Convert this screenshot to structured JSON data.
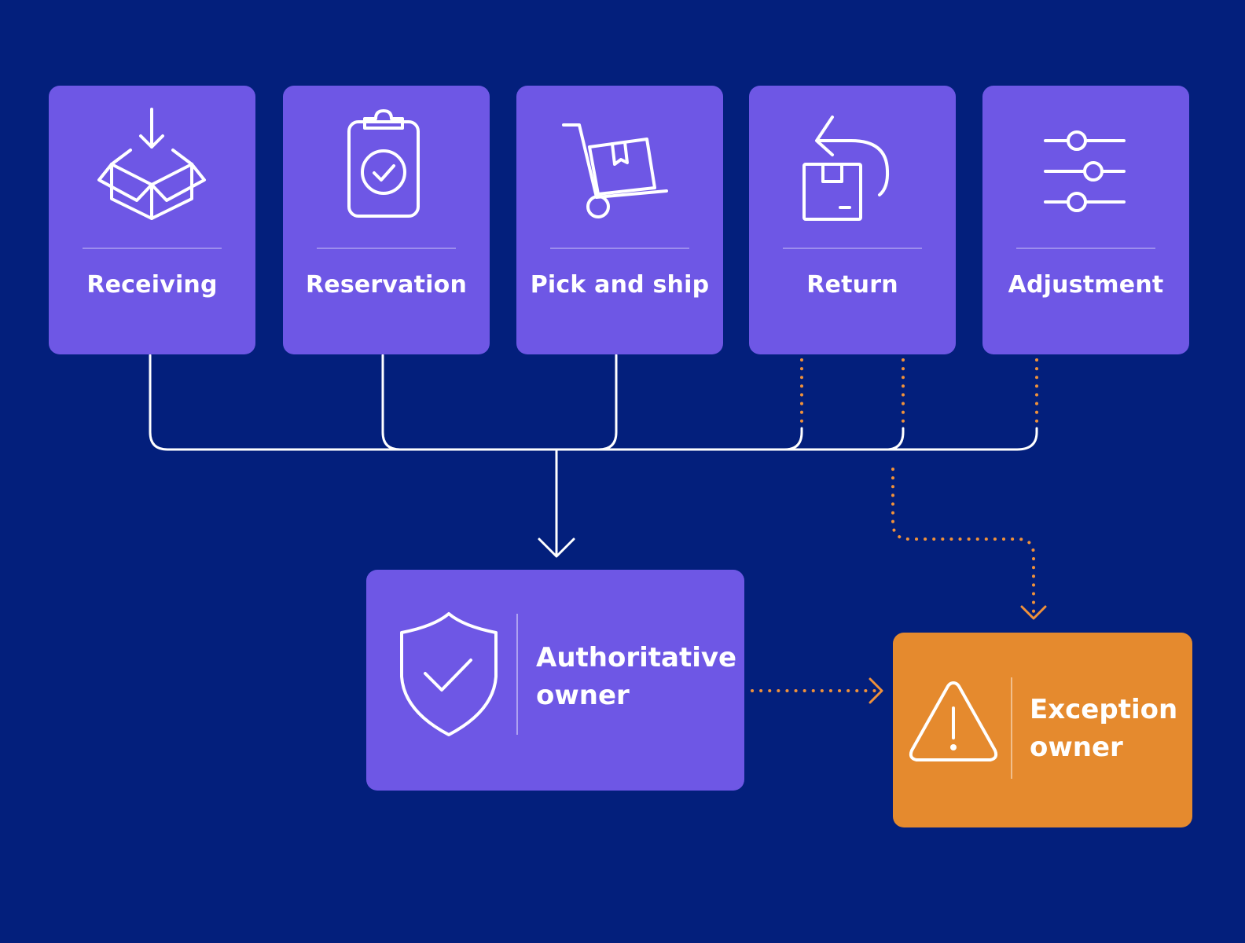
{
  "diagram": {
    "colors": {
      "background": "#031f7c",
      "card": "#6e57e5",
      "exception": "#e58a2e",
      "solid_line": "#ffffff",
      "dashed_line": "#f0913a"
    },
    "sources": [
      {
        "label": "Receiving",
        "icon": "box-receiving-icon"
      },
      {
        "label": "Reservation",
        "icon": "clipboard-check-icon"
      },
      {
        "label": "Pick and ship",
        "icon": "hand-truck-icon"
      },
      {
        "label": "Return",
        "icon": "return-box-icon"
      },
      {
        "label": "Adjustment",
        "icon": "sliders-icon"
      }
    ],
    "authoritative_owner": {
      "line1": "Authoritative",
      "line2": "owner",
      "icon": "shield-check-icon"
    },
    "exception_owner": {
      "line1": "Exception",
      "line2": "owner",
      "icon": "warning-icon"
    }
  }
}
